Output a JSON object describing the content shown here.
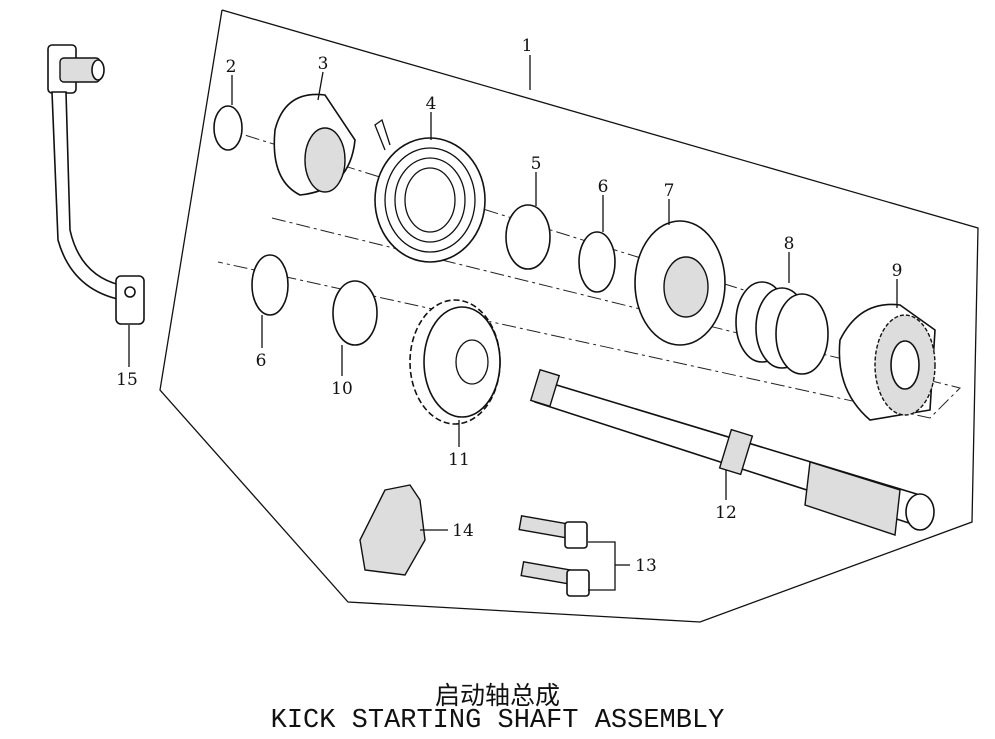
{
  "title_cn": "启动轴总成",
  "title_en": "KICK STARTING SHAFT ASSEMBLY",
  "callouts": {
    "c1": "1",
    "c2": "2",
    "c3": "3",
    "c4": "4",
    "c5": "5",
    "c6a": "6",
    "c7": "7",
    "c8": "8",
    "c9": "9",
    "c6b": "6",
    "c10": "10",
    "c11": "11",
    "c12": "12",
    "c13": "13",
    "c14": "14",
    "c15": "15"
  }
}
